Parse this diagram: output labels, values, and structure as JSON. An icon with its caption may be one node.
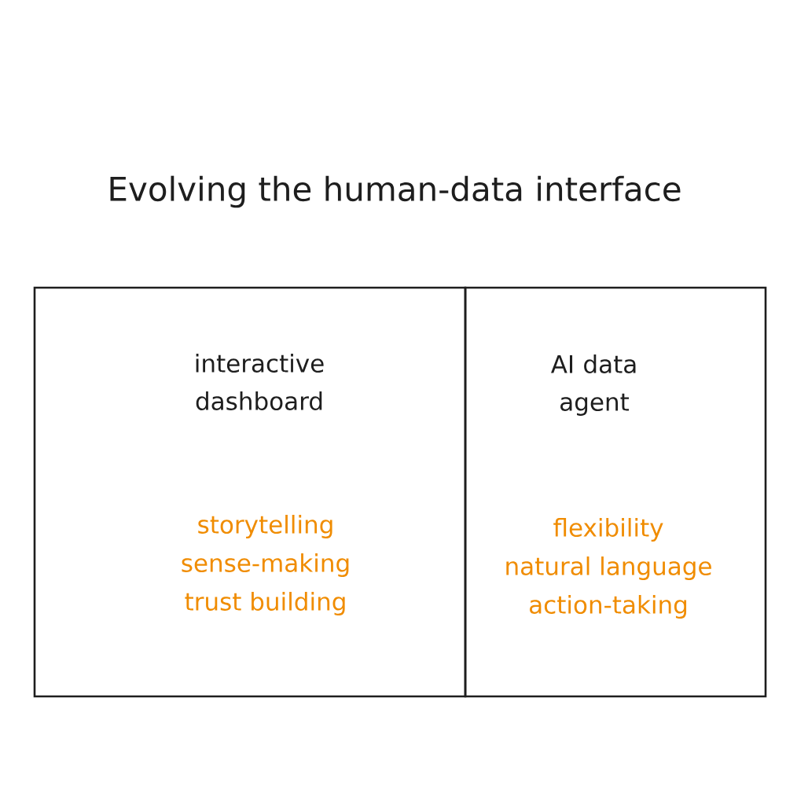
{
  "diagram": {
    "title": "Evolving the human-data interface",
    "nodes": [
      {
        "text": [
          "interactive dashboard",
          "storytelling",
          "sense-making",
          "trust building"
        ]
      },
      {
        "text": [
          "AI data agent",
          "flexibility",
          "natural language",
          "action-taking"
        ]
      }
    ]
  }
}
